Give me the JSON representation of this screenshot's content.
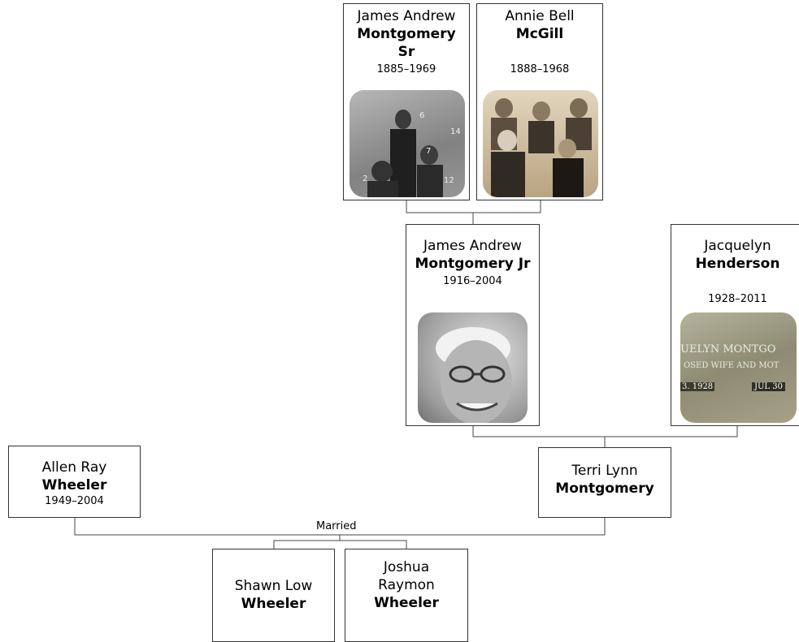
{
  "people": {
    "p1": {
      "given": "James Andrew",
      "surname": "Montgomery Sr",
      "dates": "1885–1969",
      "photo": "family-photo"
    },
    "p2": {
      "given": "Annie Bell",
      "surname": "McGill",
      "dates": "1888–1968",
      "photo": "family-photo"
    },
    "p3": {
      "given": "James Andrew",
      "surname": "Montgomery Jr",
      "dates": "1916–2004",
      "photo": "portrait"
    },
    "p4": {
      "given": "Jacquelyn",
      "surname": "Henderson",
      "dates": "1928–2011",
      "photo": "grave-marker"
    },
    "p5": {
      "given": "Allen Ray",
      "surname": "Wheeler",
      "dates": "1949–2004"
    },
    "p6": {
      "given": "Terri Lynn",
      "surname": "Montgomery",
      "dates": ""
    },
    "p7": {
      "given": "Shawn Low",
      "surname": "Wheeler",
      "dates": ""
    },
    "p8": {
      "given": "Joshua Raymon",
      "surname": "Wheeler",
      "dates": ""
    }
  },
  "relation_label": "Married",
  "photo_details": {
    "p1_numbers": [
      "6",
      "7",
      "14",
      "2",
      "12"
    ],
    "p4_inscription": [
      "UELYN MONTGO",
      "OSED WIFE AND MOT",
      "3. 1928",
      "JUL 30"
    ]
  },
  "colors": {
    "border": "#333333",
    "line": "#444444",
    "sepia": "#c8b89a"
  }
}
